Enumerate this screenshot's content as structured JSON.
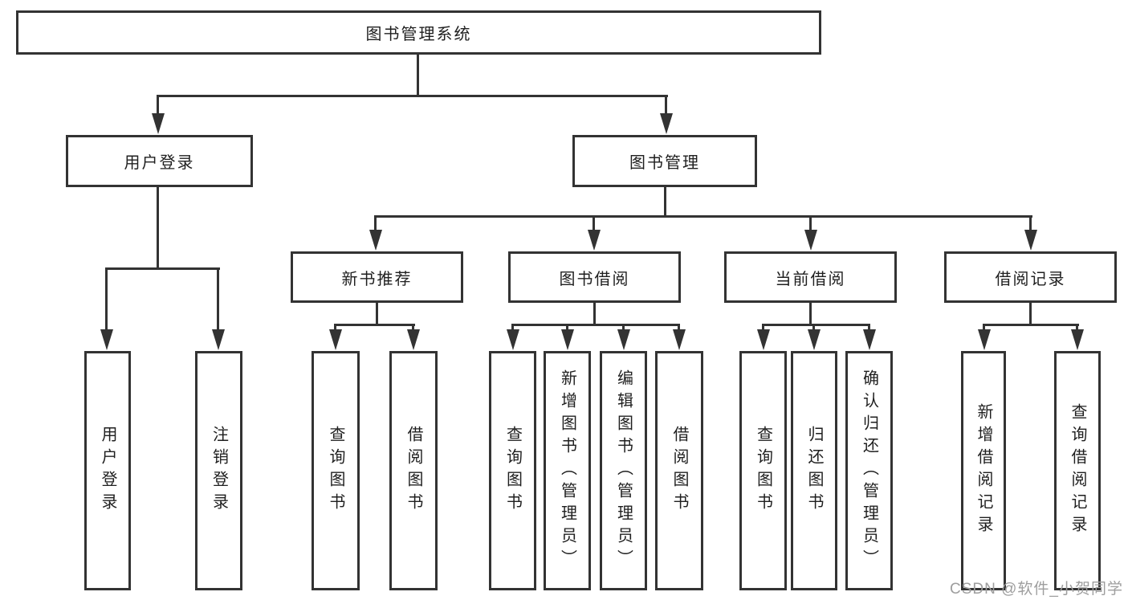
{
  "colors": {
    "line": "#333333",
    "box_border": "#333333",
    "text": "#1f1f1f",
    "watermark": "#9e9e9e",
    "background": "#ffffff"
  },
  "watermark": "CSDN @软件_小贺同学",
  "tree": {
    "label": "图书管理系统",
    "children": [
      {
        "label": "用户登录",
        "children": [
          {
            "label": "用户登录"
          },
          {
            "label": "注销登录"
          }
        ]
      },
      {
        "label": "图书管理",
        "children": [
          {
            "label": "新书推荐",
            "children": [
              {
                "label": "查询图书"
              },
              {
                "label": "借阅图书"
              }
            ]
          },
          {
            "label": "图书借阅",
            "children": [
              {
                "label": "查询图书"
              },
              {
                "label": "新增图书（管理员）"
              },
              {
                "label": "编辑图书（管理员）"
              },
              {
                "label": "借阅图书"
              }
            ]
          },
          {
            "label": "当前借阅",
            "children": [
              {
                "label": "查询图书"
              },
              {
                "label": "归还图书"
              },
              {
                "label": "确认归还（管理员）"
              }
            ]
          },
          {
            "label": "借阅记录",
            "children": [
              {
                "label": "新增借阅记录"
              },
              {
                "label": "查询借阅记录"
              }
            ]
          }
        ]
      }
    ]
  }
}
